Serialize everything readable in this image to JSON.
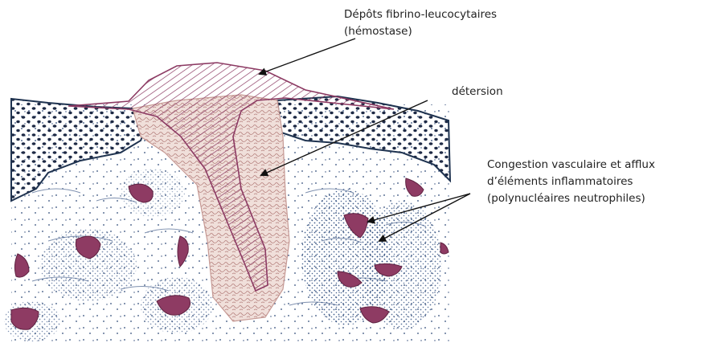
{
  "labels": {
    "depots_line1": "Dépôts fibrino-leucocytaires",
    "depots_line2": "(hémostase)",
    "detersion": "détersion",
    "congestion_line1": "Congestion vasculaire et afflux",
    "congestion_line2": "d’éléments inflammatoires",
    "congestion_line3": "(polynucléaires neutrophiles)"
  },
  "colors": {
    "epithelium_outline": "#1f3350",
    "cell_dots": "#1e2a45",
    "fibrin_clot": "#8c3a63",
    "vessel_fill": "#8e3b63",
    "granulation_tissue": "#d9b6ad",
    "stroma_dots": "#2f4a78",
    "arrow": "#111111"
  }
}
